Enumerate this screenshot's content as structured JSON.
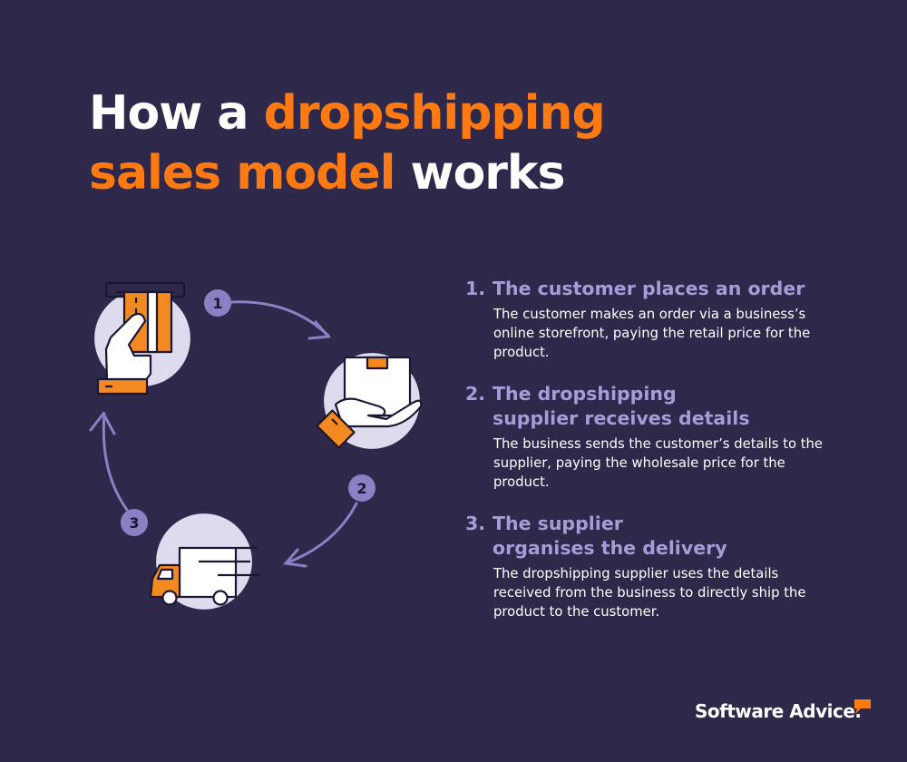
{
  "title": {
    "line1_white": "How a ",
    "line1_orange": "dropshipping",
    "line2_orange": "sales model",
    "line2_white": " works"
  },
  "diagram": {
    "badges": [
      "1",
      "2",
      "3"
    ],
    "icons": [
      "credit-card-payment",
      "package-in-hand",
      "delivery-truck"
    ]
  },
  "steps": [
    {
      "num": "1.",
      "title": "The customer places an order",
      "body": "The customer makes an order via a business’s online storefront, paying the retail price for the product."
    },
    {
      "num": "2.",
      "title": "The dropshipping supplier receives details",
      "body": "The business sends the customer’s details to the supplier, paying the wholesale price for the product."
    },
    {
      "num": "3.",
      "title": "The supplier organises the delivery",
      "body": "The dropshipping supplier uses the details received from the business to directly ship the product to the customer."
    }
  ],
  "brand": {
    "name": "Software Advice."
  },
  "colors": {
    "background": "#2e284b",
    "accent_orange": "#ff7a12",
    "lavender": "#a79dd6",
    "badge": "#8c80c4",
    "circle": "#dedbef"
  }
}
